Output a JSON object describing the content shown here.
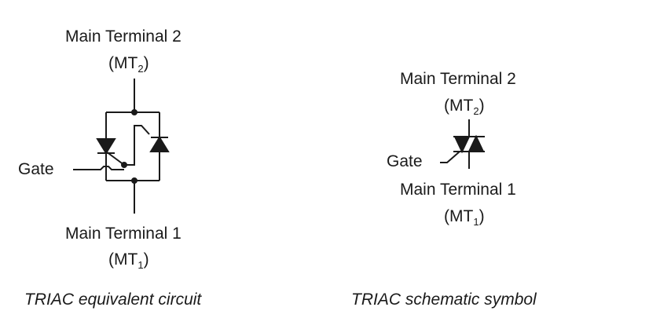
{
  "equivalent_circuit": {
    "mt2_label": "Main Terminal 2",
    "mt2_abbrev_prefix": "(MT",
    "mt2_sub": "2",
    "mt2_abbrev_suffix": ")",
    "gate_label": "Gate",
    "mt1_label": "Main Terminal 1",
    "mt1_abbrev_prefix": "(MT",
    "mt1_sub": "1",
    "mt1_abbrev_suffix": ")",
    "caption": "TRIAC equivalent circuit"
  },
  "schematic_symbol": {
    "mt2_label": "Main Terminal 2",
    "mt2_abbrev_prefix": "(MT",
    "mt2_sub": "2",
    "mt2_abbrev_suffix": ")",
    "gate_label": "Gate",
    "mt1_label": "Main Terminal 1",
    "mt1_abbrev_prefix": "(MT",
    "mt1_sub": "1",
    "mt1_abbrev_suffix": ")",
    "caption": "TRIAC schematic symbol"
  },
  "colors": {
    "ink": "#1a1a1a",
    "background": "#ffffff"
  }
}
